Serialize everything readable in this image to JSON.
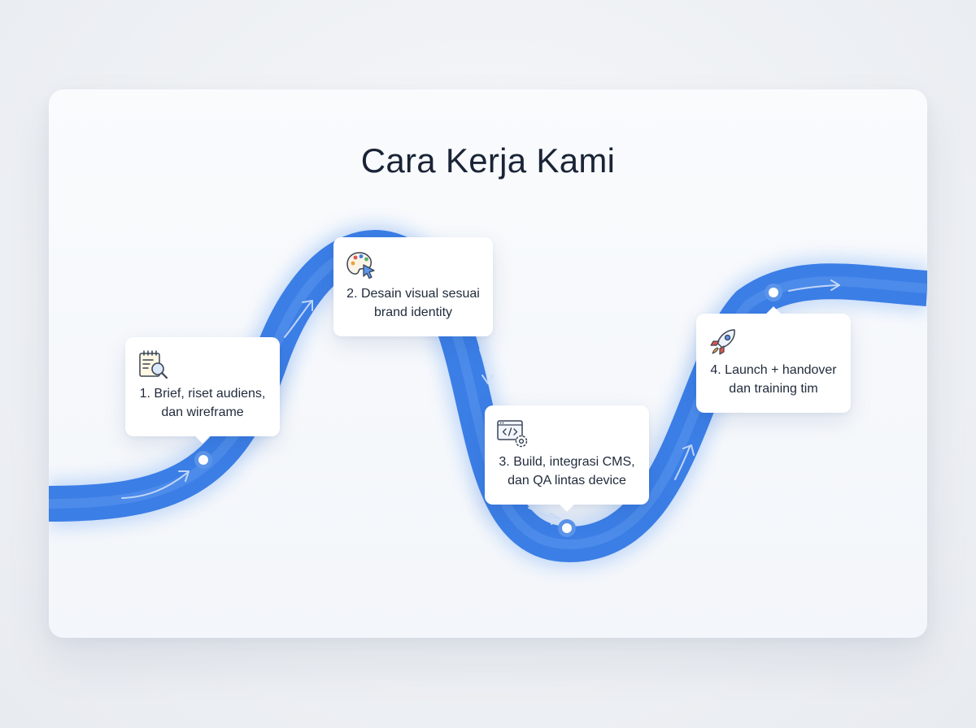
{
  "title": "Cara Kerja Kami",
  "colors": {
    "path": "#3b7ee6",
    "title": "#1a2436",
    "text": "#1f2a3a"
  },
  "steps": [
    {
      "label": "1. Brief, riset audiens, dan wireframe",
      "icon": "notepad-search-icon"
    },
    {
      "label": "2. Desain visual sesuai brand identity",
      "icon": "palette-cursor-icon"
    },
    {
      "label": "3. Build, integrasi CMS, dan QA lintas device",
      "icon": "code-window-gear-icon"
    },
    {
      "label": "4. Launch + handover dan training tim",
      "icon": "rocket-icon"
    }
  ]
}
